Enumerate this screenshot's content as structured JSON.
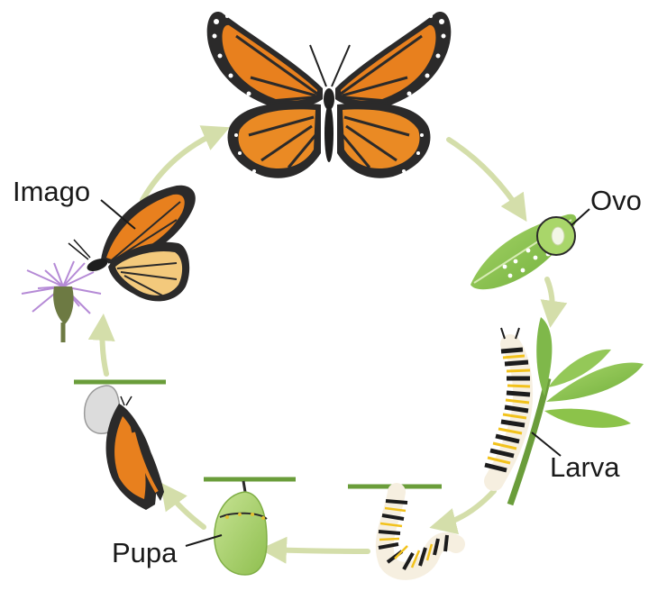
{
  "stages": [
    {
      "id": "ovo",
      "label": "Ovo"
    },
    {
      "id": "larva",
      "label": "Larva"
    },
    {
      "id": "pupa",
      "label": "Pupa"
    },
    {
      "id": "imago",
      "label": "Imago"
    }
  ],
  "colors": {
    "arrow": "#d9e2b4",
    "wing_orange": "#e8801e",
    "wing_dark": "#2b2a2a",
    "leaf_green": "#8cc34a",
    "chrysalis_green": "#a8d26a",
    "flower_purple": "#b58ad6"
  }
}
